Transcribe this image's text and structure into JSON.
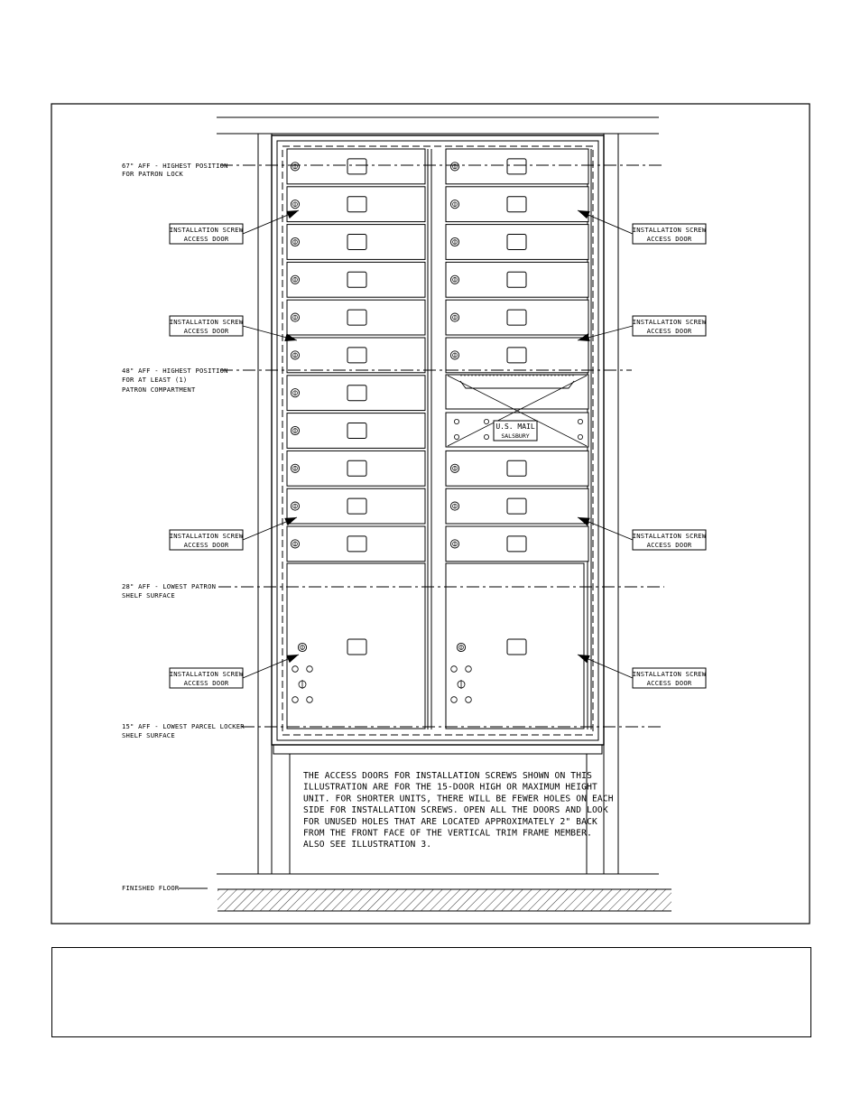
{
  "diagram": {
    "annotations": {
      "patron_lock_max": [
        "67\" AFF - HIGHEST POSITION",
        "FOR PATRON LOCK"
      ],
      "patron_compartment_max": [
        "48\" AFF - HIGHEST POSITION",
        "FOR AT LEAST (1)",
        "PATRON COMPARTMENT"
      ],
      "patron_shelf_min": [
        "28\" AFF - LOWEST PATRON",
        "SHELF SURFACE"
      ],
      "parcel_shelf_min": [
        "15\" AFF - LOWEST PARCEL LOCKER",
        "SHELF SURFACE"
      ],
      "finished_floor": "FINISHED FLOOR"
    },
    "callout": [
      "INSTALLATION SCREW",
      "ACCESS DOOR"
    ],
    "usps_panel": {
      "line1": "U.S. MAIL",
      "line2": "SALSBURY"
    },
    "note_lines": [
      "THE ACCESS DOORS FOR INSTALLATION SCREWS SHOWN ON THIS",
      "ILLUSTRATION ARE FOR THE 15-DOOR HIGH OR MAXIMUM HEIGHT",
      "UNIT.  FOR SHORTER UNITS, THERE WILL BE FEWER HOLES ON EACH",
      "SIDE FOR INSTALLATION SCREWS.  OPEN ALL THE DOORS AND LOOK",
      "FOR UNUSED HOLES THAT ARE LOCATED APPROXIMATELY 2\" BACK",
      "FROM THE FRONT FACE OF THE VERTICAL TRIM FRAME MEMBER.",
      "ALSO SEE ILLUSTRATION 3."
    ]
  },
  "caption": ""
}
